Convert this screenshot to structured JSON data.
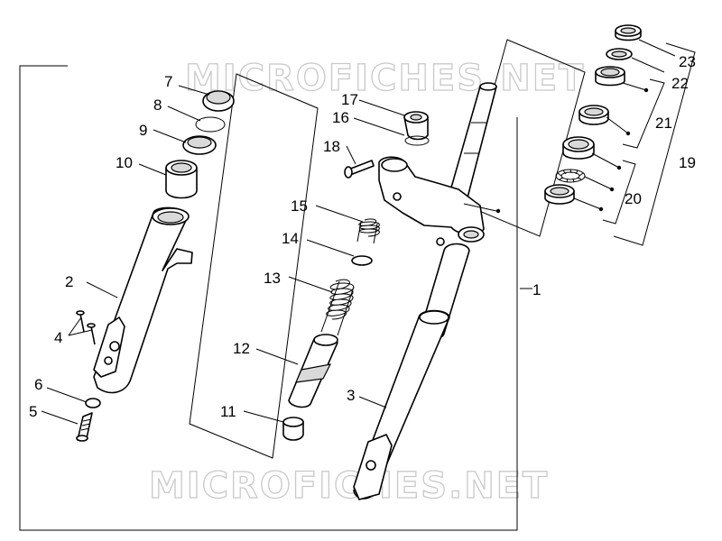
{
  "watermark": "MICROFICHES.NET",
  "callouts": {
    "c1": "1",
    "c2": "2",
    "c3": "3",
    "c4": "4",
    "c5": "5",
    "c6": "6",
    "c7": "7",
    "c8": "8",
    "c9": "9",
    "c10": "10",
    "c11": "11",
    "c12": "12",
    "c13": "13",
    "c14": "14",
    "c15": "15",
    "c16": "16",
    "c17": "17",
    "c18": "18",
    "c19": "19",
    "c20": "20",
    "c21": "21",
    "c22": "22",
    "c23": "23"
  },
  "colors": {
    "line": "#000000",
    "watermark": "#c9c9c9",
    "background": "#ffffff"
  }
}
